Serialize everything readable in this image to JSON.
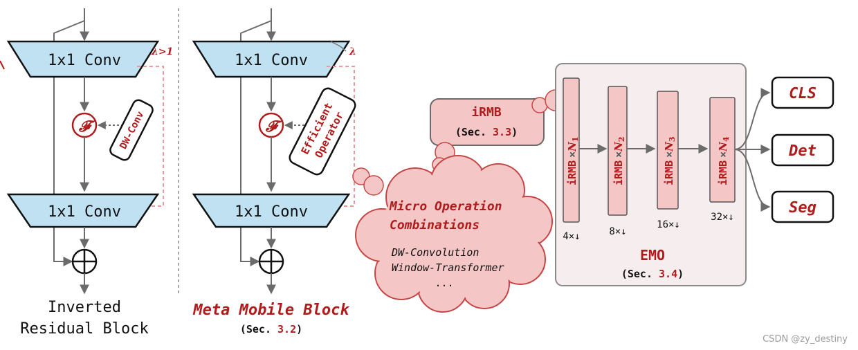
{
  "colors": {
    "conv_fill": "#bfe1f2",
    "pink_fill": "#f4c6c6",
    "pink_stroke": "#c54545",
    "emo_fill": "#f6eeee",
    "accent_red": "#b01c1c",
    "arrow_gray": "#6b6b6b"
  },
  "left_block": {
    "lambda": "λ>1",
    "conv_top": "1x1 Conv",
    "conv_bottom": "1x1 Conv",
    "func_symbol": "𝓕",
    "dwconv": "DW-Conv",
    "caption_line1": "Inverted",
    "caption_line2": "Residual Block"
  },
  "middle_block": {
    "lambda": "λ",
    "conv_top": "1x1 Conv",
    "conv_bottom": "1x1 Conv",
    "func_symbol": "𝓕",
    "operator_line1": "Efficient",
    "operator_line2": "Operator",
    "caption": "Meta Mobile Block",
    "sec_prefix": "(Sec. ",
    "sec_num": "3.2",
    "sec_suffix": ")"
  },
  "irmb_box": {
    "title": "iRMB",
    "sec_prefix": "(Sec. ",
    "sec_num": "3.3",
    "sec_suffix": ")"
  },
  "cloud": {
    "title_line1": "Micro Operation",
    "title_line2": "Combinations",
    "item1": "DW-Convolution",
    "item2": "Window-Transformer",
    "item3": "..."
  },
  "emo": {
    "title": "EMO",
    "sec_prefix": "(Sec. ",
    "sec_num": "3.4",
    "sec_suffix": ")",
    "stages": [
      {
        "label": "iRMB",
        "times": "×",
        "n": "N",
        "sub": "1",
        "scale": "4×↓"
      },
      {
        "label": "iRMB",
        "times": "×",
        "n": "N",
        "sub": "2",
        "scale": "8×↓"
      },
      {
        "label": "iRMB",
        "times": "×",
        "n": "N",
        "sub": "3",
        "scale": "16×↓"
      },
      {
        "label": "iRMB",
        "times": "×",
        "n": "N",
        "sub": "4",
        "scale": "32×↓"
      }
    ]
  },
  "outputs": [
    "CLS",
    "Det",
    "Seg"
  ],
  "watermark": "CSDN @zy_destiny"
}
